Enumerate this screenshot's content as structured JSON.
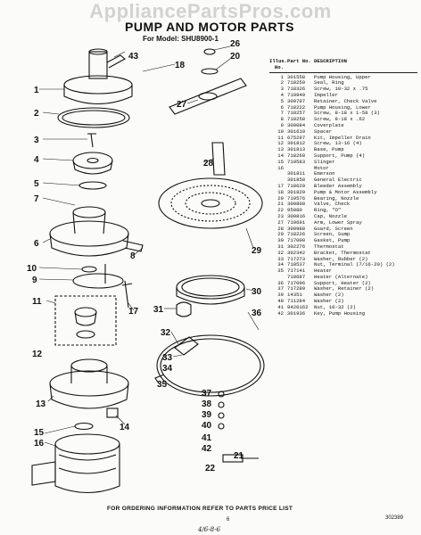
{
  "watermark": "AppliancePartsPros.com",
  "title": "PUMP AND MOTOR PARTS",
  "model": "For Model: SHU8900-1",
  "table": {
    "headers": [
      "Illus. No.",
      "Part No.",
      "DESCRIPTION"
    ],
    "rows": [
      [
        "1",
        "301558",
        "Pump Housing, Upper"
      ],
      [
        "2",
        "718259",
        "Seal, Ring"
      ],
      [
        "3",
        "718326",
        "Screw, 10-32 x .75"
      ],
      [
        "4",
        "719949",
        "Impeller"
      ],
      [
        "5",
        "300797",
        "Retainer, Check Valve"
      ],
      [
        "6",
        "718222",
        "Pump Housing, Lower"
      ],
      [
        "7",
        "718257",
        "Screw, 8-18 x 1-58 (3)"
      ],
      [
        "8",
        "718258",
        "Screw, 8-18 x .62"
      ],
      [
        "9",
        "300084",
        "Coverplate"
      ],
      [
        "10",
        "301619",
        "Spacer"
      ],
      [
        "11",
        "675297",
        "Kit, Impeller Drain"
      ],
      [
        "12",
        "301812",
        "Screw, 13-16 (4)"
      ],
      [
        "13",
        "301813",
        "Base, Pump"
      ],
      [
        "14",
        "718260",
        "Support, Pump (4)"
      ],
      [
        "15",
        "719583",
        "Slinger"
      ],
      [
        "16",
        "",
        "Motor"
      ],
      [
        "",
        "301811",
        "Emerson"
      ],
      [
        "",
        "301858",
        "General Electric"
      ],
      [
        "17",
        "718629",
        "Bleeder Assembly"
      ],
      [
        "18",
        "301829",
        "Pump & Motor Assembly"
      ],
      [
        "20",
        "719576",
        "Bearing, Nozzle"
      ],
      [
        "21",
        "300800",
        "Valve, Check"
      ],
      [
        "22",
        "95080",
        "Ring, \"O\""
      ],
      [
        "23",
        "300816",
        "Cap, Nozzle"
      ],
      [
        "27",
        "719691",
        "Arm, Lower Spray"
      ],
      [
        "28",
        "300988",
        "Guard, Screen"
      ],
      [
        "29",
        "718226",
        "Screen, Sump"
      ],
      [
        "30",
        "717000",
        "Gasket, Pump"
      ],
      [
        "31",
        "302276",
        "Thermostat"
      ],
      [
        "32",
        "302342",
        "Bracket, Thermostat"
      ],
      [
        "33",
        "717273",
        "Washer, Rubber (2)"
      ],
      [
        "34",
        "718537",
        "Nut, Terminal (7/16-20) (2)"
      ],
      [
        "35",
        "717141",
        "Heater"
      ],
      [
        "",
        "719687",
        "Heater (Alternate)"
      ],
      [
        "36",
        "717096",
        "Support, Heater (2)"
      ],
      [
        "37",
        "717289",
        "Washer, Retainer (2)"
      ],
      [
        "39",
        "14351",
        "Washer (2)"
      ],
      [
        "40",
        "711284",
        "Washer (2)"
      ],
      [
        "41",
        "9420162",
        "Nut, 10-32 (2)"
      ],
      [
        "42",
        "301936",
        "Key, Pump Housing"
      ]
    ]
  },
  "callouts": [
    "43",
    "18",
    "26",
    "20",
    "1",
    "2",
    "3",
    "4",
    "5",
    "6",
    "7",
    "8",
    "9",
    "10",
    "11",
    "12",
    "13",
    "14",
    "15",
    "16",
    "17",
    "21",
    "22",
    "27",
    "28",
    "29",
    "30",
    "31",
    "32",
    "33",
    "34",
    "35",
    "36",
    "37",
    "38",
    "39",
    "40",
    "41",
    "42"
  ],
  "footer": "FOR ORDERING INFORMATION REFER TO PARTS PRICE LIST",
  "page_number": "6",
  "doc_number": "302389",
  "handwritten": "4/6-8-6"
}
